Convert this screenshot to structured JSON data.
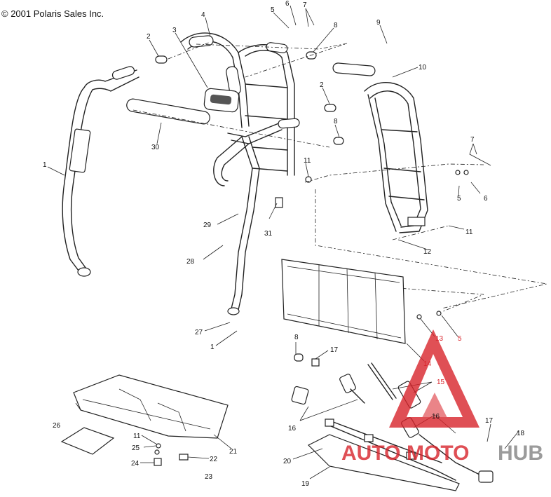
{
  "copyright": "© 2001 Polaris Sales Inc.",
  "watermark": {
    "text_part1": "AUTO",
    "text_part2": "MOTO",
    "text_part3": "HUB",
    "color_red": "#d8242b",
    "color_gray": "#8a8a8a"
  },
  "callouts": [
    {
      "id": "c1",
      "label": "1"
    },
    {
      "id": "c2a",
      "label": "2"
    },
    {
      "id": "c2b",
      "label": "2"
    },
    {
      "id": "c3",
      "label": "3"
    },
    {
      "id": "c4",
      "label": "4"
    },
    {
      "id": "c5a",
      "label": "5"
    },
    {
      "id": "c5b",
      "label": "5"
    },
    {
      "id": "c5c",
      "label": "5"
    },
    {
      "id": "c6a",
      "label": "6"
    },
    {
      "id": "c6b",
      "label": "6"
    },
    {
      "id": "c7a",
      "label": "7"
    },
    {
      "id": "c7b",
      "label": "7"
    },
    {
      "id": "c8a",
      "label": "8"
    },
    {
      "id": "c8b",
      "label": "8"
    },
    {
      "id": "c8c",
      "label": "8"
    },
    {
      "id": "c9",
      "label": "9"
    },
    {
      "id": "c10",
      "label": "10"
    },
    {
      "id": "c11a",
      "label": "11"
    },
    {
      "id": "c11b",
      "label": "11"
    },
    {
      "id": "c11c",
      "label": "11"
    },
    {
      "id": "c12",
      "label": "12"
    },
    {
      "id": "c13",
      "label": "13"
    },
    {
      "id": "c14",
      "label": "14"
    },
    {
      "id": "c15",
      "label": "15"
    },
    {
      "id": "c16a",
      "label": "16"
    },
    {
      "id": "c16b",
      "label": "16"
    },
    {
      "id": "c17a",
      "label": "17"
    },
    {
      "id": "c17b",
      "label": "17"
    },
    {
      "id": "c18",
      "label": "18"
    },
    {
      "id": "c19",
      "label": "19"
    },
    {
      "id": "c20",
      "label": "20"
    },
    {
      "id": "c21",
      "label": "21"
    },
    {
      "id": "c22",
      "label": "22"
    },
    {
      "id": "c23",
      "label": "23"
    },
    {
      "id": "c24",
      "label": "24"
    },
    {
      "id": "c25",
      "label": "25"
    },
    {
      "id": "c26",
      "label": "26"
    },
    {
      "id": "c27",
      "label": "27"
    },
    {
      "id": "c28",
      "label": "28"
    },
    {
      "id": "c29",
      "label": "29"
    },
    {
      "id": "c30",
      "label": "30"
    },
    {
      "id": "c31",
      "label": "31"
    },
    {
      "id": "c1b",
      "label": "1"
    }
  ]
}
